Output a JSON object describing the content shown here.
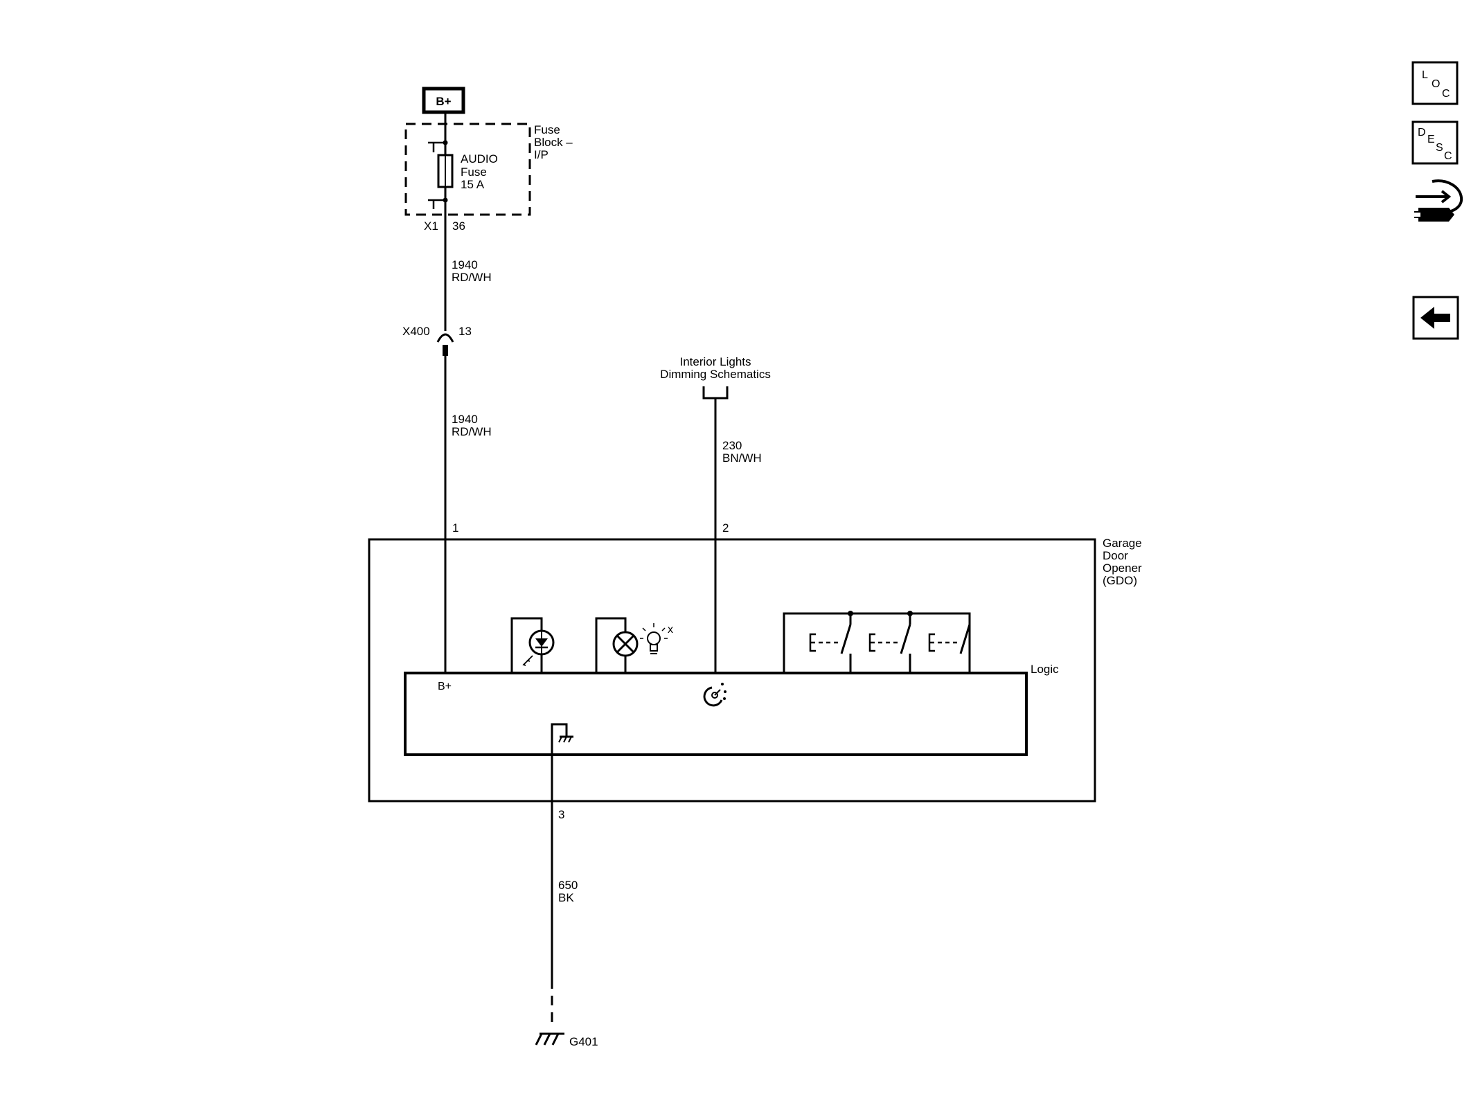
{
  "power": {
    "source_label": "B+"
  },
  "fuse_block": {
    "name_lines": [
      "Fuse",
      "Block –",
      "I/P"
    ],
    "fuse_lines": [
      "AUDIO",
      "Fuse",
      "15 A"
    ],
    "connector": "X1",
    "pin": "36"
  },
  "wire_upper": {
    "circuit": "1940",
    "color": "RD/WH"
  },
  "inline_connector": {
    "name": "X400",
    "pin": "13"
  },
  "wire_middle": {
    "circuit": "1940",
    "color": "RD/WH"
  },
  "interior_lights": {
    "label_lines": [
      "Interior Lights",
      "Dimming Schematics"
    ]
  },
  "wire_dimming": {
    "circuit": "230",
    "color": "BN/WH"
  },
  "gdo": {
    "name_lines": [
      "Garage",
      "Door",
      "Opener",
      "(GDO)"
    ],
    "pin_power": "1",
    "pin_dimming": "2",
    "pin_ground": "3",
    "logic_label": "Logic",
    "logic_bplus": "B+",
    "bulb_x": "x"
  },
  "wire_ground": {
    "circuit": "650",
    "color": "BK"
  },
  "ground": {
    "name": "G401"
  },
  "nav": {
    "loc": [
      "L",
      "O",
      "C"
    ],
    "desc": [
      "D",
      "E",
      "S",
      "C"
    ]
  }
}
